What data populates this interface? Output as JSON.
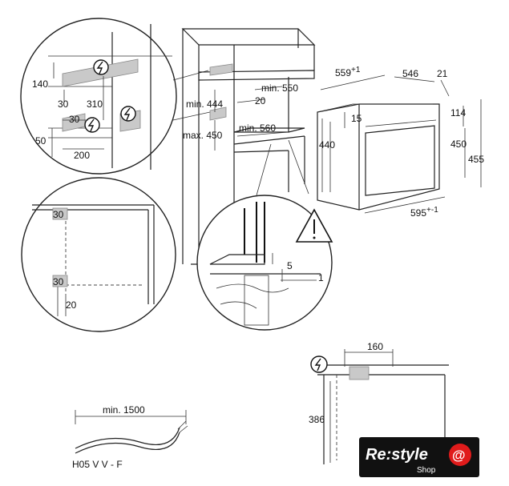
{
  "niche_detail": {
    "dim_140": "140",
    "dim_30_top": "30",
    "dim_310": "310",
    "dim_30_mid": "30",
    "dim_50": "50",
    "dim_200": "200"
  },
  "cabinet": {
    "min_444": "min. 444",
    "max_450": "max. 450",
    "min_550": "min. 550",
    "dim_20": "20",
    "min_560": "min. 560"
  },
  "oven": {
    "dim_559": "559",
    "dim_559_tol": "+1",
    "dim_546": "546",
    "dim_21": "21",
    "dim_15": "15",
    "dim_114": "114",
    "dim_440": "440",
    "dim_450": "450",
    "dim_455": "455",
    "dim_595": "595",
    "dim_595_tol": "+-1"
  },
  "side_detail": {
    "dim_30_a": "30",
    "dim_30_b": "30",
    "dim_20": "20"
  },
  "fixing_detail": {
    "dim_5": "5",
    "dim_1": "1"
  },
  "cable": {
    "min_1500": "min. 1500",
    "type": "H05 V V - F"
  },
  "socket_detail": {
    "dim_160": "160",
    "dim_386": "386"
  },
  "logo": {
    "brand": "Re:style",
    "sub": "Shop"
  },
  "icons": [
    "electric-warning-icon",
    "caution-triangle-icon"
  ]
}
